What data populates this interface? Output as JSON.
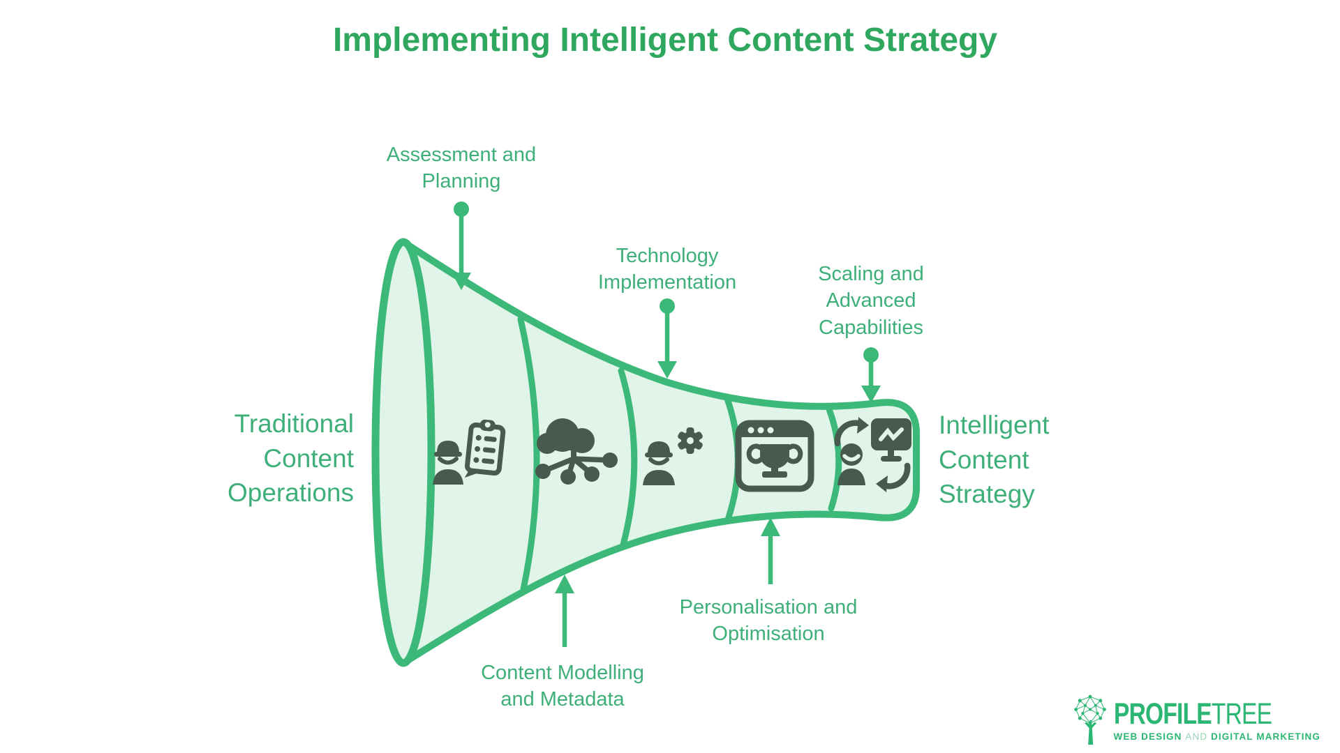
{
  "title": "Implementing Intelligent Content Strategy",
  "colors": {
    "accent": "#3CB878",
    "title_green": "#2FA75F",
    "label_green": "#3EAF78",
    "funnel_fill": "#E1F4E9",
    "icon_dark": "#465B4E",
    "logo_green": "#2BB673",
    "logo_light": "#94D6B4"
  },
  "funnel": {
    "left_label": "Traditional\nContent\nOperations",
    "right_label": "Intelligent\nContent\nStrategy",
    "stages": [
      {
        "label": "Assessment and\nPlanning",
        "icon": "worker-clipboard-icon",
        "callout_position": "top"
      },
      {
        "label": "Content Modelling\nand Metadata",
        "icon": "cloud-network-icon",
        "callout_position": "bottom"
      },
      {
        "label": "Technology\nImplementation",
        "icon": "worker-gear-icon",
        "callout_position": "top"
      },
      {
        "label": "Personalisation and\nOptimisation",
        "icon": "browser-trophy-icon",
        "callout_position": "bottom"
      },
      {
        "label": "Scaling and\nAdvanced\nCapabilities",
        "icon": "person-monitor-sync-icon",
        "callout_position": "top"
      }
    ]
  },
  "logo": {
    "brand_bold": "PROFILE",
    "brand_light": "TREE",
    "tagline_left": "WEB DESIGN",
    "tagline_mid": "AND",
    "tagline_right": "DIGITAL MARKETING"
  }
}
